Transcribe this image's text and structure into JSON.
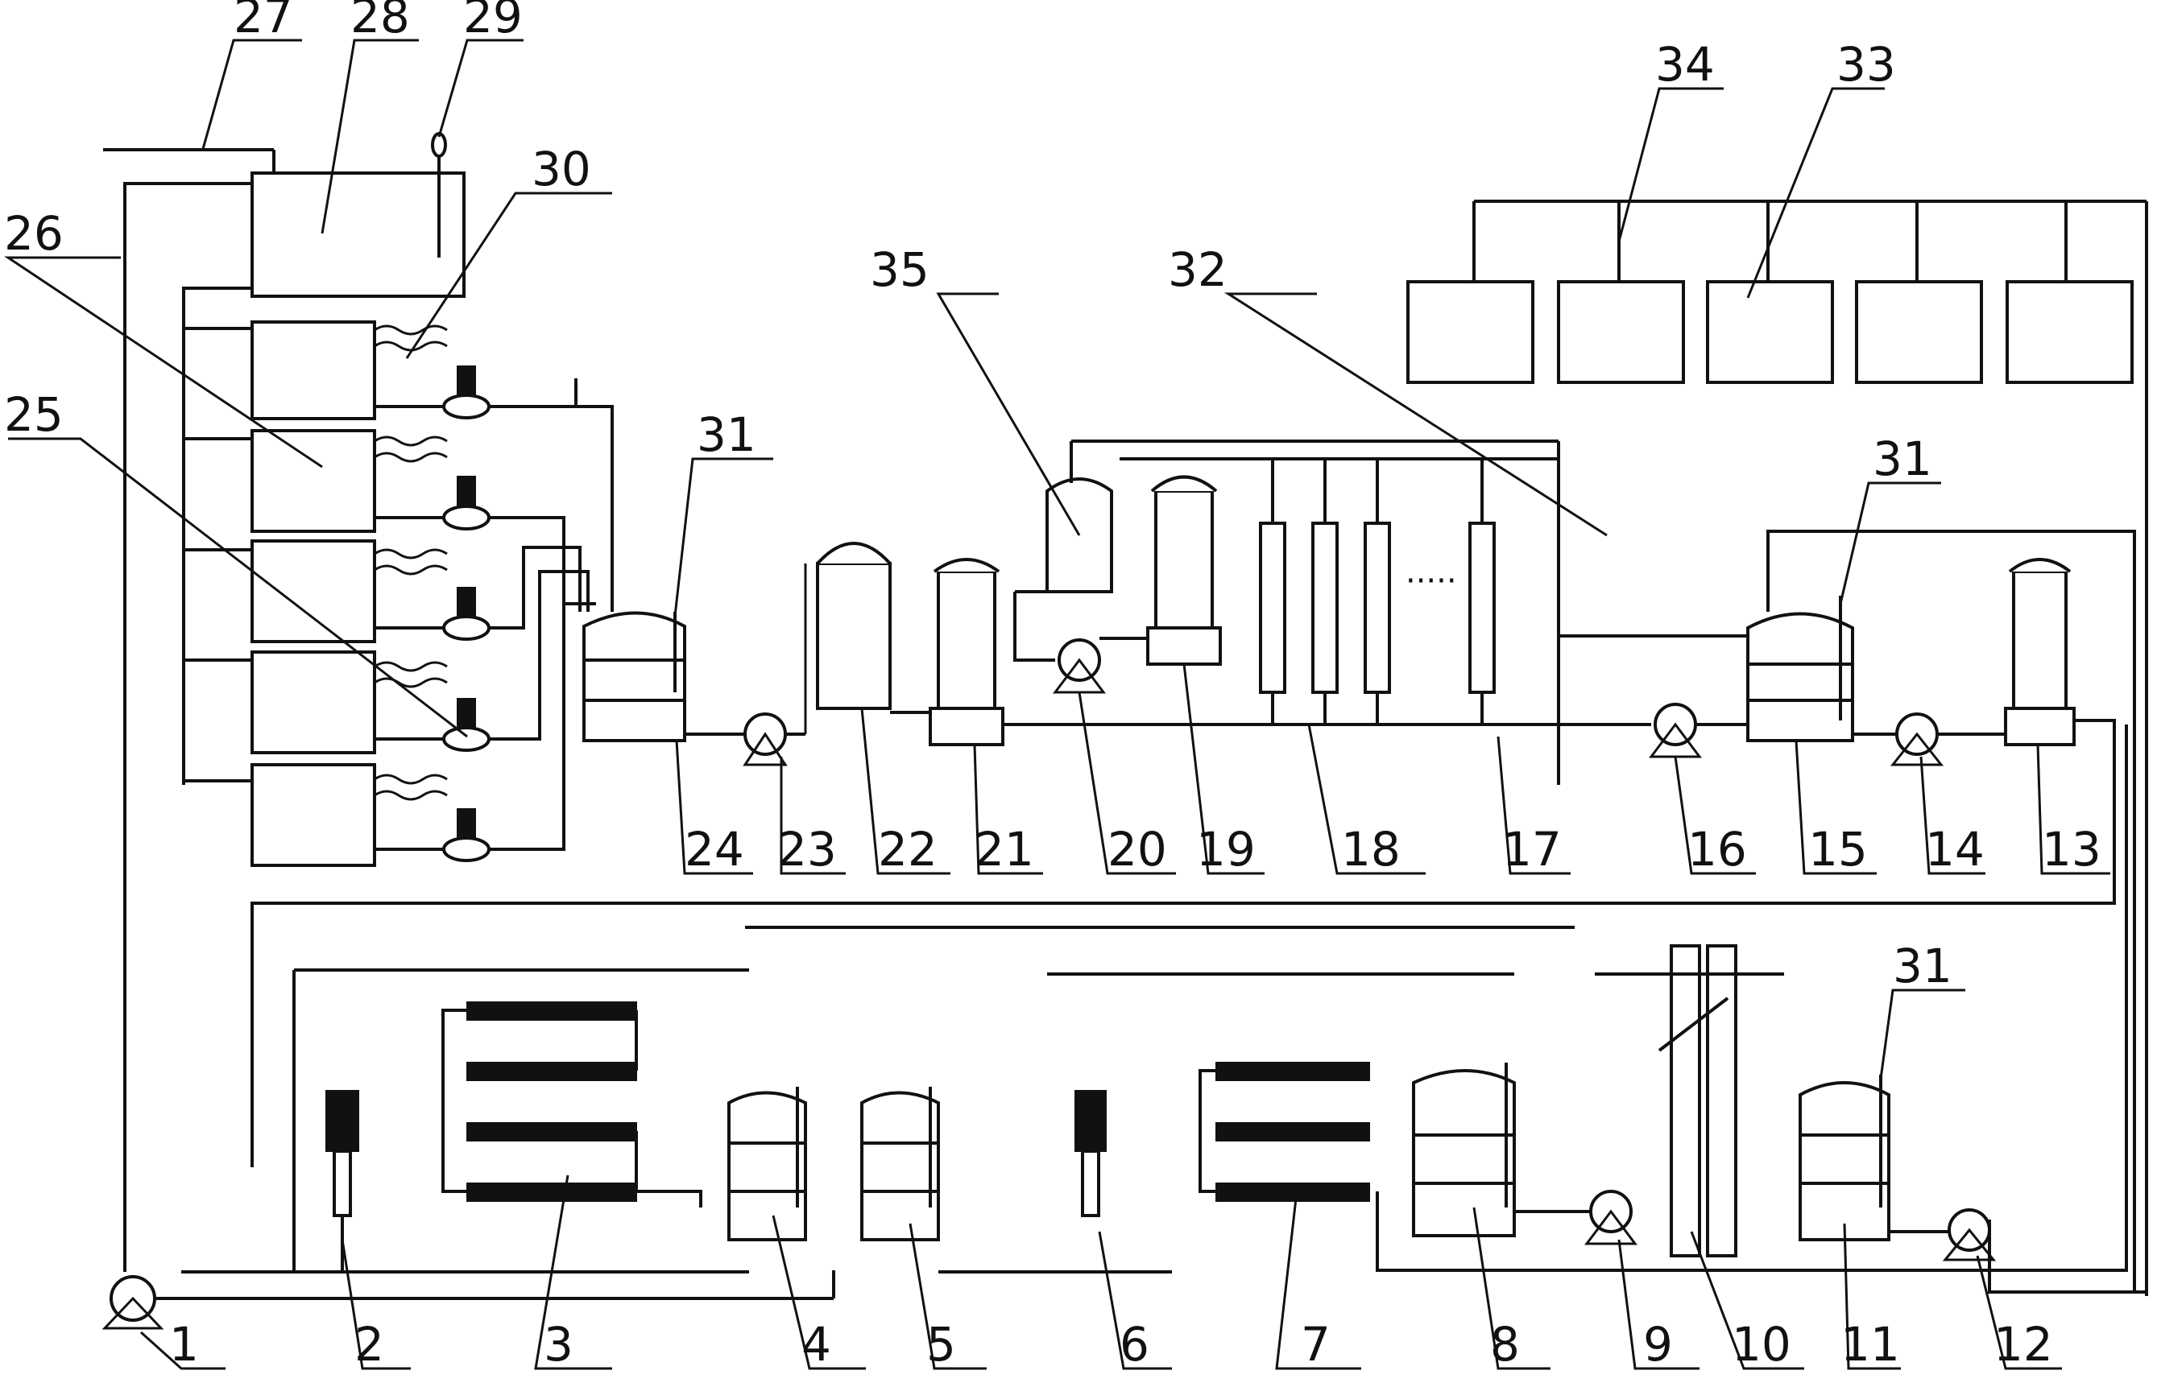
{
  "callouts": [
    "1",
    "2",
    "3",
    "4",
    "5",
    "6",
    "7",
    "8",
    "9",
    "10",
    "11",
    "12",
    "13",
    "14",
    "15",
    "16",
    "17",
    "18",
    "19",
    "20",
    "21",
    "22",
    "23",
    "24",
    "25",
    "26",
    "27",
    "28",
    "29",
    "30",
    "31",
    "32",
    "33",
    "34",
    "35"
  ],
  "repeated_labels": {
    "label_31": "31"
  },
  "ellipsis": "·····"
}
